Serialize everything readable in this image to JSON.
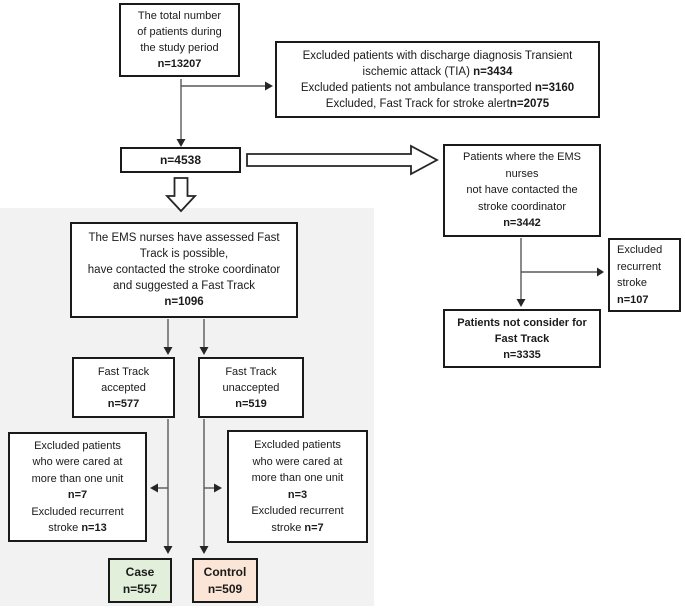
{
  "title": "Patient inclusion flow diagram",
  "colors": {
    "panel": "#f2f2f2",
    "box_border": "#1a1a1a",
    "case_fill": "#e2efda",
    "control_fill": "#fbe5d6",
    "line": "#595959",
    "arrowhead": "#262626"
  },
  "boxes": {
    "total": {
      "lines": [
        [
          {
            "t": "The total number"
          }
        ],
        [
          {
            "t": "of patients during"
          }
        ],
        [
          {
            "t": "the study period"
          }
        ],
        [
          {
            "t": "n=13207",
            "b": true
          }
        ]
      ]
    },
    "excluded_top": {
      "lines": [
        [
          {
            "t": "Excluded patients with discharge diagnosis Transient"
          }
        ],
        [
          {
            "t": "ischemic attack (TIA) "
          },
          {
            "t": "n=3434",
            "b": true
          }
        ],
        [
          {
            "t": "Excluded patients not ambulance transported "
          },
          {
            "t": "n=3160",
            "b": true
          }
        ],
        [
          {
            "t": "Excluded, Fast Track for stroke alert"
          },
          {
            "t": "n=2075",
            "b": true
          }
        ]
      ]
    },
    "n4538": {
      "lines": [
        [
          {
            "t": "n=4538",
            "b": true
          }
        ]
      ]
    },
    "ems_assessed": {
      "lines": [
        [
          {
            "t": "The EMS nurses have assessed Fast"
          }
        ],
        [
          {
            "t": "Track is possible,"
          }
        ],
        [
          {
            "t": "have contacted the stroke coordinator"
          }
        ],
        [
          {
            "t": "and suggested a Fast Track"
          }
        ],
        [
          {
            "t": "n=1096",
            "b": true
          }
        ]
      ]
    },
    "accepted": {
      "lines": [
        [
          {
            "t": "Fast Track"
          }
        ],
        [
          {
            "t": "accepted"
          }
        ],
        [
          {
            "t": "n=577",
            "b": true
          }
        ]
      ]
    },
    "unaccepted": {
      "lines": [
        [
          {
            "t": "Fast Track"
          }
        ],
        [
          {
            "t": "unaccepted"
          }
        ],
        [
          {
            "t": "n=519",
            "b": true
          }
        ]
      ]
    },
    "excluded_left": {
      "lines": [
        [
          {
            "t": "Excluded patients"
          }
        ],
        [
          {
            "t": "who were cared at"
          }
        ],
        [
          {
            "t": "more than one unit"
          }
        ],
        [
          {
            "t": "n=7",
            "b": true
          }
        ],
        [
          {
            "t": "Excluded recurrent"
          }
        ],
        [
          {
            "t": "stroke "
          },
          {
            "t": "n=13",
            "b": true
          }
        ]
      ]
    },
    "excluded_right": {
      "lines": [
        [
          {
            "t": "Excluded patients"
          }
        ],
        [
          {
            "t": "who were cared at"
          }
        ],
        [
          {
            "t": "more than one unit"
          }
        ],
        [
          {
            "t": "n=3",
            "b": true
          }
        ],
        [
          {
            "t": "Excluded recurrent"
          }
        ],
        [
          {
            "t": "stroke "
          },
          {
            "t": "n=7",
            "b": true
          }
        ]
      ]
    },
    "case": {
      "lines": [
        [
          {
            "t": "Case",
            "b": true
          }
        ],
        [
          {
            "t": "n=557",
            "b": true
          }
        ]
      ]
    },
    "control": {
      "lines": [
        [
          {
            "t": "Control",
            "b": true
          }
        ],
        [
          {
            "t": "n=509",
            "b": true
          }
        ]
      ]
    },
    "ems_not_contacted": {
      "lines": [
        [
          {
            "t": "Patients where the EMS"
          }
        ],
        [
          {
            "t": "nurses"
          }
        ],
        [
          {
            "t": "not have contacted the"
          }
        ],
        [
          {
            "t": "stroke coordinator"
          }
        ],
        [
          {
            "t": "n=3442",
            "b": true
          }
        ]
      ]
    },
    "excluded_recurrent": {
      "lines": [
        [
          {
            "t": "Excluded"
          }
        ],
        [
          {
            "t": "recurrent"
          }
        ],
        [
          {
            "t": "stroke"
          }
        ],
        [
          {
            "t": "n=107",
            "b": true
          }
        ]
      ]
    },
    "not_considered": {
      "lines": [
        [
          {
            "t": "Patients not consider for",
            "b": true
          }
        ],
        [
          {
            "t": "Fast Track",
            "b": true
          }
        ],
        [
          {
            "t": "n=3335",
            "b": true
          }
        ]
      ]
    }
  }
}
